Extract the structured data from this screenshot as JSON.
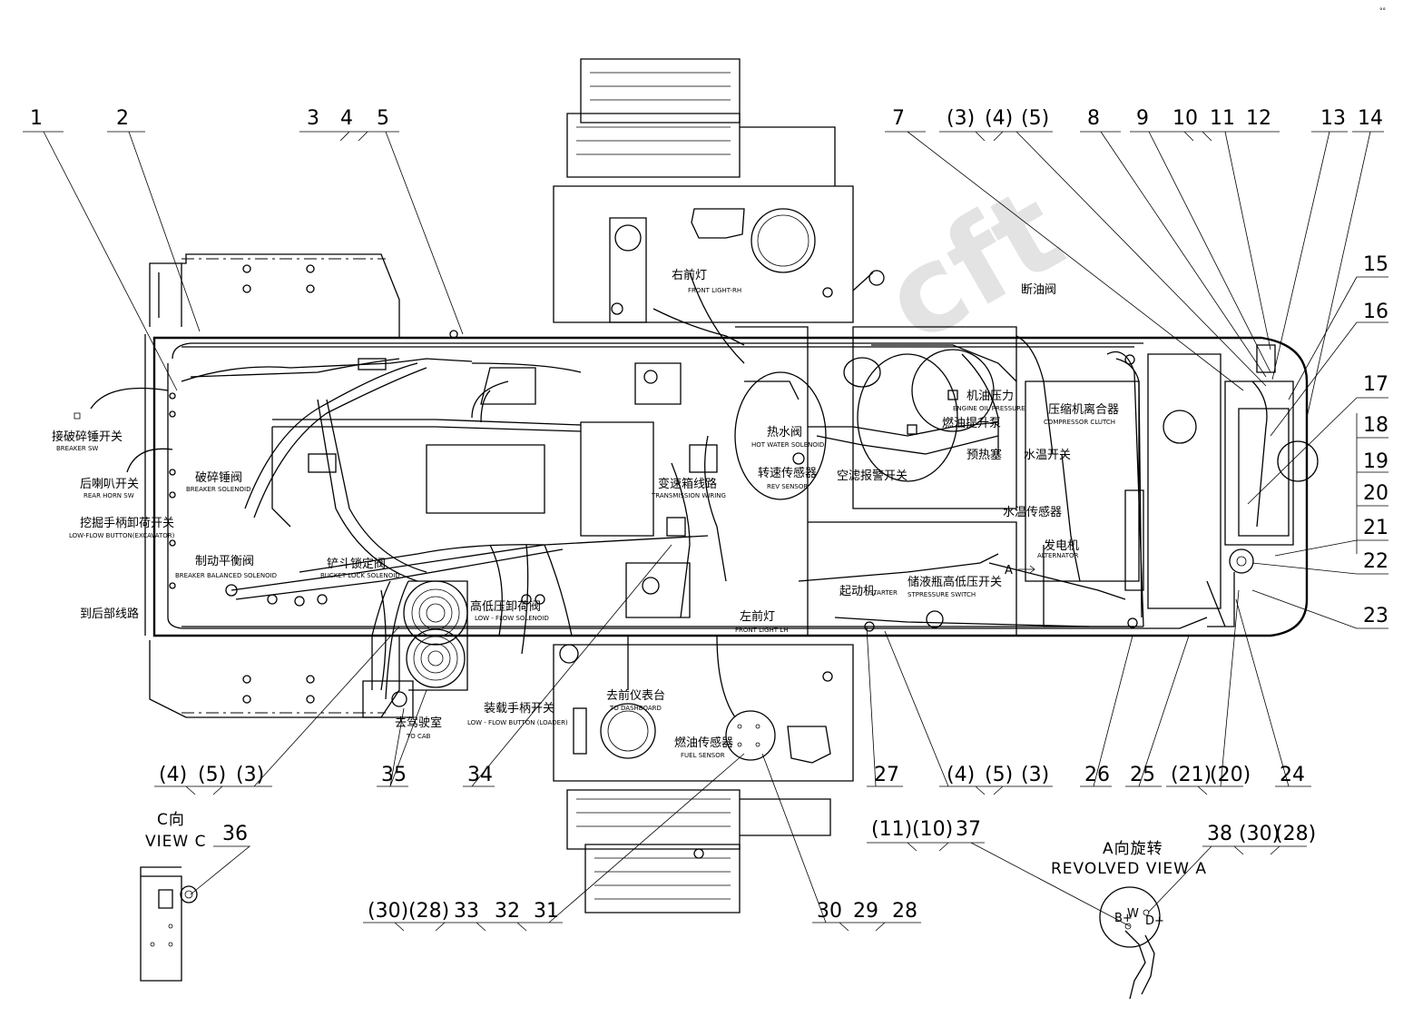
{
  "watermark": "cft",
  "corner_mark": "°°",
  "callouts_top": [
    "1",
    "2",
    "3",
    "4",
    "5",
    "7",
    "(3)",
    "(4)",
    "(5)",
    "8",
    "9",
    "10",
    "11",
    "12",
    "13",
    "14"
  ],
  "callouts_right": [
    "15",
    "16",
    "17",
    "18",
    "19",
    "20",
    "21",
    "22",
    "23"
  ],
  "callouts_bottom": [
    "(4)",
    "(5)",
    "(3)",
    "35",
    "34",
    "27",
    "(4)",
    "(5)",
    "(3)",
    "26",
    "25",
    "(21)",
    "(20)",
    "24"
  ],
  "callouts_bottom2": [
    "(30)",
    "(28)",
    "33",
    "32",
    "31",
    "30",
    "29",
    "28"
  ],
  "callouts_viewa": [
    "(11)",
    "(10)",
    "37",
    "38",
    "(30)",
    "(28)"
  ],
  "callout_36": "36",
  "labels": {
    "breaker_sw_cn": "接破碎锤开关",
    "breaker_sw_en": "BREAKER SW",
    "rear_horn_cn": "后喇叭开关",
    "rear_horn_en": "REAR HORN SW",
    "lowflow_exc_cn": "挖掘手柄卸荷开关",
    "lowflow_exc_en": "LOW-FLOW BUTTON(EXCAVATOR)",
    "breaker_sol_cn": "破碎锤阀",
    "breaker_sol_en": "BREAKER SOLENOID",
    "brake_bal_cn": "制动平衡阀",
    "brake_bal_en": "BREAKER BALANCED SOLENOID",
    "bucket_lock_cn": "铲斗锁定阀",
    "bucket_lock_en": "BUCKET LOCK SOLENOID",
    "rear_line_cn": "到后部线路",
    "lowflow_sol_cn": "高低压卸荷阀",
    "lowflow_sol_en": "LOW - FLOW SOLENOID",
    "to_cab_cn": "去驾驶室",
    "to_cab_en": "TO CAB",
    "lowflow_loader_cn": "装载手柄开关",
    "lowflow_loader_en": "LOW - FLOW BUTTON (LOADER)",
    "front_light_rh_cn": "右前灯",
    "front_light_rh_en": "FRONT LIGHT-RH",
    "front_light_lh_cn": "左前灯",
    "front_light_lh_en": "FRONT LIGHT LH",
    "hot_water_cn": "热水阀",
    "hot_water_en": "HOT WATER SOLENOID",
    "trans_wiring_cn": "变速箱线路",
    "trans_wiring_en": "TRANSMISSION WIRING",
    "rev_sensor_cn": "转速传感器",
    "rev_sensor_en": "REV SENSOR",
    "air_filter_cn": "空滤报警开关",
    "fuel_cutoff_cn": "断油阀",
    "oil_pressure_cn": "机油压力",
    "oil_pressure_en": "ENGINE OIL PRESSURE",
    "fuel_pump_cn": "燃油提升泵",
    "preheat_cn": "预热塞",
    "compressor_cn": "压缩机离合器",
    "compressor_en": "COMPRESSOR CLUTCH",
    "water_temp_sw_cn": "水温开关",
    "water_temp_sensor_cn": "水温传感器",
    "alternator_cn": "发电机",
    "alternator_en": "ALTERNATOR",
    "starter_cn": "起动机",
    "starter_en": "STARTER",
    "pressure_sw_cn": "储液瓶高低压开关",
    "pressure_sw_en": "STPRESSURE SWITCH",
    "dashboard_cn": "去前仪表台",
    "dashboard_en": "TO DASHBOARD",
    "fuel_sensor_cn": "燃油传感器",
    "fuel_sensor_en": "FUEL SENSOR",
    "view_a_letter": "A",
    "view_c_cn": "C向",
    "view_c_en": "VIEW C",
    "view_a_cn": "A向旋转",
    "view_a_en": "REVOLVED VIEW A",
    "term_b": "B+",
    "term_w": "W",
    "term_d": "D+"
  }
}
